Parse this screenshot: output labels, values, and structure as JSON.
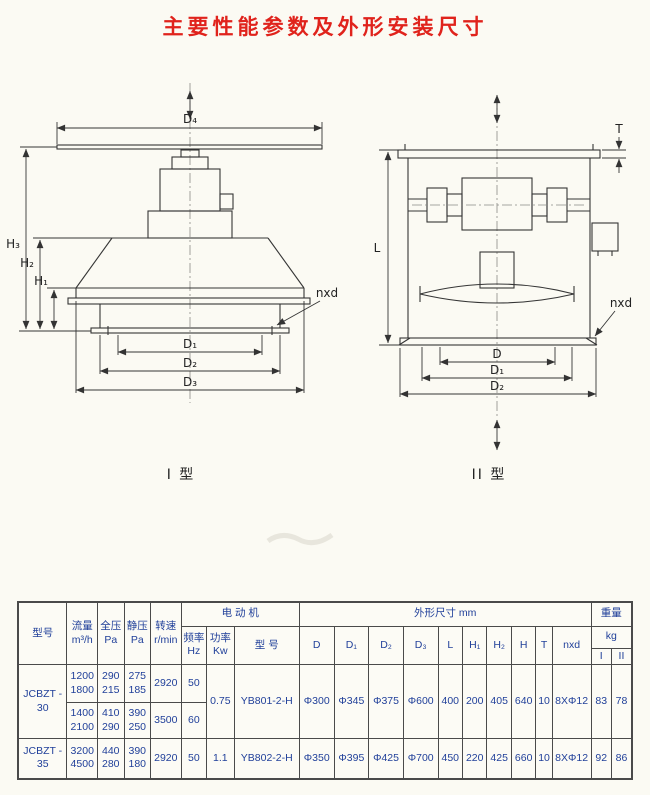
{
  "page": {
    "title": "主要性能参数及外形安装尺寸"
  },
  "diagrams": {
    "type1": {
      "caption": "I 型",
      "dim_d4": "D₄",
      "dim_h3": "H₃",
      "dim_h2": "H₂",
      "dim_h1": "H₁",
      "dim_d1": "D₁",
      "dim_d2": "D₂",
      "dim_d3": "D₃",
      "bolt_note": "nxd"
    },
    "type2": {
      "caption": "II 型",
      "dim_t": "T",
      "dim_l": "L",
      "dim_d": "D",
      "dim_d1": "D₁",
      "dim_d2": "D₂",
      "bolt_note": "nxd"
    }
  },
  "table": {
    "header": {
      "model": "型号",
      "flow": "流量\nm³/h",
      "total_pressure": "全压\nPa",
      "static_pressure": "静压\nPa",
      "speed": "转速\nr/min",
      "motor_group": "电  动  机",
      "freq": "频率\nHz",
      "power": "功率\nKw",
      "motor_model": "型  号",
      "dims_group": "外形尺寸  mm",
      "d": "D",
      "d1": "D₁",
      "d2": "D₂",
      "d3": "D₃",
      "l": "L",
      "h1": "H₁",
      "h2": "H₂",
      "h": "H",
      "t": "T",
      "nxd": "nxd",
      "weight_group": "重量",
      "weight_unit": "kg",
      "weight_i": "I",
      "weight_ii": "II"
    },
    "rows": [
      {
        "model": "JCBZT -\n30",
        "flow": "1200\n1800",
        "total_pressure": "290\n215",
        "static_pressure": "275\n185",
        "speed": "2920",
        "freq": "50",
        "power": "0.75",
        "motor_model": "YB801-2-H",
        "d": "Φ300",
        "d1": "Φ345",
        "d2": "Φ375",
        "d3": "Φ600",
        "l": "400",
        "h1": "200",
        "h2": "405",
        "h": "640",
        "t": "10",
        "nxd": "8XΦ12",
        "weight_i": "83",
        "weight_ii": "78"
      },
      {
        "flow": "1400\n2100",
        "total_pressure": "410\n290",
        "static_pressure": "390\n250",
        "speed": "3500",
        "freq": "60"
      },
      {
        "model": "JCBZT -\n35",
        "flow": "3200\n4500",
        "total_pressure": "440\n280",
        "static_pressure": "390\n180",
        "speed": "2920",
        "freq": "50",
        "power": "1.1",
        "motor_model": "YB802-2-H",
        "d": "Φ350",
        "d1": "Φ395",
        "d2": "Φ425",
        "d3": "Φ700",
        "l": "450",
        "h1": "220",
        "h2": "425",
        "h": "660",
        "t": "10",
        "nxd": "8XΦ12",
        "weight_i": "92",
        "weight_ii": "86"
      }
    ]
  }
}
